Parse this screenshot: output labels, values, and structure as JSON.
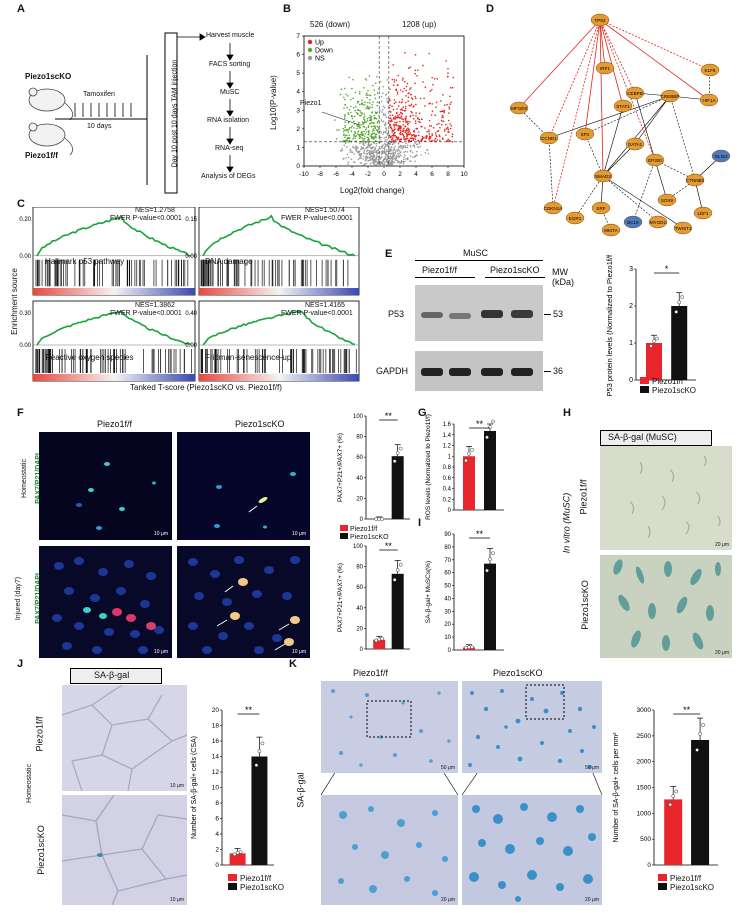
{
  "panels": [
    "A",
    "B",
    "C",
    "D",
    "E",
    "F",
    "G",
    "H",
    "I",
    "J",
    "K"
  ],
  "A": {
    "mouse_ko": "Piezo1scKO",
    "mouse_ff": "Piezo1f/f",
    "treatment": "Tamoxifen",
    "duration": "10 days",
    "vertical_label": "Day 10 post 10 days TAM injection",
    "steps": [
      "Harvest muscle",
      "FACS sorting",
      "MuSC",
      "RNA isolation",
      "RNA-seq",
      "Analysis of DEGs"
    ]
  },
  "B": {
    "down_count": "526 (down)",
    "up_count": "1208 (up)",
    "legend": [
      "Up",
      "Down",
      "NS"
    ],
    "colors": {
      "up": "#e3241b",
      "down": "#5aa532",
      "ns": "#9a9a9a"
    },
    "gene_label": "Piezo1",
    "xlabel": "Log2(fold change)",
    "ylabel": "Log10(P-value)",
    "xticks": [
      "-10",
      "-8",
      "-6",
      "-4",
      "-2",
      "0",
      "2",
      "4",
      "6",
      "8",
      "10"
    ],
    "yticks": [
      "0",
      "1",
      "2",
      "3",
      "4",
      "5",
      "6",
      "7"
    ]
  },
  "C": {
    "ylabel": "Enrichment source",
    "xlabel": "Tanked T-score (Piezo1scKO vs. Piezo1f/f)",
    "plots": [
      {
        "name": "Hallmark p53 pathway",
        "nes": "NES=1.2758",
        "fwer": "FWER P-value<0.0001",
        "yticks": [
          "0.20",
          "0.00"
        ]
      },
      {
        "name": "DNA damage",
        "nes": "NES=1.5074",
        "fwer": "FWER P-value<0.0001",
        "yticks": [
          "0.15",
          "0.00"
        ]
      },
      {
        "name": "Reactive oxygen species",
        "nes": "NES=1.3862",
        "fwer": "FWER P-value<0.0001",
        "yticks": [
          "0.30",
          "0.00"
        ]
      },
      {
        "name": "Fridman-senescence-up",
        "nes": "NES=1.4165",
        "fwer": "FWER P-value<0.0001",
        "yticks": [
          "0.40",
          "0.00"
        ]
      }
    ]
  },
  "D": {
    "nodes": [
      "TP53",
      "IRF1",
      "KLF5",
      "CEBPB",
      "CREBBP",
      "STAT1",
      "HIF1A",
      "MFGE8",
      "SP1",
      "CCND1",
      "GATA1",
      "EP300",
      "SMAD3",
      "GLIS2",
      "CTNNB1",
      "CDKN1A",
      "EGR1",
      "SRF",
      "LEF1",
      "SOX9",
      "MKITA",
      "BCL6",
      "MYOD1",
      "TWIST1"
    ]
  },
  "E": {
    "header": "MuSC",
    "groups": [
      "Piezo1f/f",
      "Piezo1scKO"
    ],
    "rows": [
      "P53",
      "GAPDH"
    ],
    "mw_header": "MW (kDa)",
    "mw": [
      "53",
      "36"
    ],
    "ylabel": "P53 protein levels (Normalized to Piezo1f/f)",
    "yticks": [
      "0",
      "1",
      "2",
      "3"
    ],
    "sig": "*",
    "legend": [
      "Piezo1f/f",
      "Piezo1scKO"
    ]
  },
  "F": {
    "cols": [
      "Piezo1f/f",
      "Piezo1scKO"
    ],
    "rows": [
      "Homeostatic",
      "Injured (day7)"
    ],
    "stain": "PAX7/P21/DAPI",
    "scale": "10 μm",
    "ylabel": "PAX7+P21+/PAX7+ (%)",
    "yticks1": [
      "0",
      "20",
      "40",
      "60",
      "80",
      "100"
    ],
    "yticks2": [
      "0",
      "20",
      "40",
      "60",
      "80",
      "100"
    ],
    "sig": "**",
    "legend": [
      "Piezo1f/f",
      "Piezo1scKO"
    ]
  },
  "G": {
    "ylabel": "ROS levels (Normalized to Piezo1f/f)",
    "yticks": [
      "0",
      "0.2",
      "0.4",
      "0.6",
      "0.8",
      "1",
      "1.2",
      "1.4",
      "1.6"
    ],
    "sig": "**"
  },
  "H": {
    "title": "SA-β-gal (MuSC)",
    "side": "In vitro (MuSC)",
    "rows": [
      "Piezo1f/f",
      "Piezo1scKO"
    ],
    "scale": "20 μm"
  },
  "I": {
    "ylabel": "SA-β-gal+ MuSCs(%)",
    "yticks": [
      "0",
      "10",
      "20",
      "30",
      "40",
      "50",
      "60",
      "70",
      "80",
      "90"
    ],
    "sig": "**"
  },
  "J": {
    "title": "SA-β-gal",
    "side": "Homeostatic",
    "rows": [
      "Piezo1f/f",
      "Piezo1scKO"
    ],
    "scale": "10 μm",
    "ylabel": "Number of SA-β-gal+ cells (CSA)",
    "yticks": [
      "0",
      "2",
      "4",
      "6",
      "8",
      "10",
      "12",
      "14",
      "16",
      "18",
      "20"
    ],
    "sig": "**",
    "legend": [
      "Piezo1f/f",
      "Piezo1scKO"
    ]
  },
  "K": {
    "cols": [
      "Piezo1f/f",
      "Piezo1scKO"
    ],
    "side": "SA-β-gal",
    "scale": "50 μm",
    "scale2": "20 μm",
    "ylabel": "Number of SA-β-gal+ cells per mm²",
    "yticks": [
      "0",
      "500",
      "1000",
      "1500",
      "2000",
      "2500",
      "3000"
    ],
    "sig": "**",
    "legend": [
      "Piezo1f/f",
      "Piezo1scKO"
    ]
  },
  "chart_data": [
    {
      "type": "bar",
      "panel": "E",
      "categories": [
        "Piezo1f/f",
        "Piezo1scKO"
      ],
      "values": [
        1.0,
        2.0
      ],
      "ylim": [
        0,
        3
      ],
      "colors": [
        "#e8262b",
        "#111111"
      ]
    },
    {
      "type": "bar",
      "panel": "F-homeostatic",
      "categories": [
        "Piezo1f/f",
        "Piezo1scKO"
      ],
      "values": [
        0,
        61
      ],
      "ylim": [
        0,
        100
      ]
    },
    {
      "type": "bar",
      "panel": "F-injured",
      "categories": [
        "Piezo1f/f",
        "Piezo1scKO"
      ],
      "values": [
        9,
        73
      ],
      "ylim": [
        0,
        100
      ]
    },
    {
      "type": "bar",
      "panel": "G",
      "categories": [
        "Piezo1f/f",
        "Piezo1scKO"
      ],
      "values": [
        1.0,
        1.47
      ],
      "ylim": [
        0,
        1.6
      ]
    },
    {
      "type": "bar",
      "panel": "I",
      "categories": [
        "Piezo1f/f",
        "Piezo1scKO"
      ],
      "values": [
        2,
        67
      ],
      "ylim": [
        0,
        90
      ]
    },
    {
      "type": "bar",
      "panel": "J",
      "categories": [
        "Piezo1f/f",
        "Piezo1scKO"
      ],
      "values": [
        1.5,
        14
      ],
      "ylim": [
        0,
        20
      ]
    },
    {
      "type": "bar",
      "panel": "K",
      "categories": [
        "Piezo1f/f",
        "Piezo1scKO"
      ],
      "values": [
        1270,
        2420
      ],
      "ylim": [
        0,
        3000
      ]
    }
  ]
}
